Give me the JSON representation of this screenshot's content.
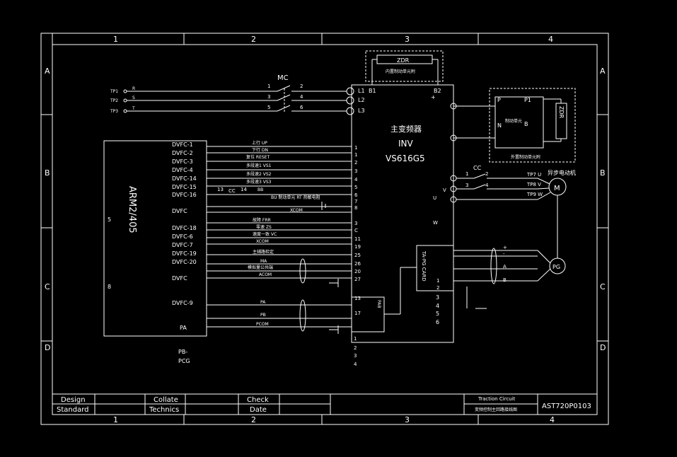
{
  "frame": {
    "columns": [
      "1",
      "2",
      "3",
      "4"
    ],
    "rows": [
      "A",
      "B",
      "C",
      "D"
    ]
  },
  "title_block": {
    "design": "Design",
    "collate": "Collate",
    "check": "Check",
    "standard": "Standard",
    "technics": "Technics",
    "date": "Date",
    "title_en": "Traction Circuit",
    "title_cn": "变频控制主回路接线图",
    "drawing_no": "AST720P0103"
  },
  "plc": {
    "model": "ARM2/405",
    "signals": [
      "DVFC-1",
      "DVFC-2",
      "DVFC-3",
      "DVFC-4",
      "DVFC-14",
      "DVFC-15",
      "DVFC-16",
      "DVFC",
      "DVFC-18",
      "DVFC-6",
      "DVFC-7",
      "DVFC-19",
      "DVFC-20",
      "DVFC",
      "DVFC-9",
      "PA"
    ],
    "pin5": "5",
    "pin8": "8",
    "pb": "PB-",
    "pcg": "PCG"
  },
  "wires": [
    "上行 UP",
    "下行 DN",
    "复位 RESET",
    "多段速1 VS1",
    "多段速2 VS2",
    "多段速3 VS3",
    "BB",
    "故障 FRR",
    "零速 ZS",
    "速度一致 VC",
    "XCOM",
    "主辅路检定",
    "MA",
    "模拟量公共端",
    "ACOM",
    "PA",
    "PB",
    "PCOM"
  ],
  "brake": {
    "cc": "CC",
    "n13": "13",
    "n14": "14",
    "label": "BU 制动单元   RT 热敏电阻",
    "xcom": "XCOM"
  },
  "mains": {
    "tp": [
      "TP1",
      "TP2",
      "TP3"
    ],
    "phase": [
      "R",
      "S",
      "T"
    ],
    "mc": "MC",
    "mc_left": [
      "1",
      "3",
      "5"
    ],
    "mc_right": [
      "2",
      "4",
      "6"
    ],
    "inv_terms": [
      "L1",
      "L2",
      "L3"
    ]
  },
  "inverter": {
    "cn": "主变频器",
    "inv": "INV",
    "model": "VS616G5",
    "b1": "B1",
    "b2": "B2",
    "plus": "+",
    "zdr": "ZDR",
    "zdr_caption": "内置制动单元附",
    "in_terms": [
      "1",
      "1",
      "2",
      "3",
      "4",
      "5",
      "6",
      "7",
      "8",
      "3",
      "C",
      "11",
      "19",
      "25",
      "26",
      "20",
      "27"
    ],
    "left_terms": [
      "13",
      "17"
    ],
    "out_labels": [
      "U",
      "V",
      "W"
    ],
    "bottom_terms": [
      "1",
      "2",
      "3",
      "4"
    ]
  },
  "pg": {
    "card": "TA-PG CARD",
    "right_terms": [
      "1",
      "2"
    ],
    "under_terms": [
      "3",
      "4",
      "5",
      "6"
    ],
    "sig_labels": [
      "+",
      "-",
      "A",
      "B"
    ],
    "motor": "PG",
    "small": "PAB"
  },
  "ext_brake": {
    "p": "P",
    "p1": "P1",
    "n": "N",
    "b": "B",
    "label": "制动单元",
    "zdr": "ZDR",
    "caption": "外置制动单元附"
  },
  "motor": {
    "title": "异步电动机",
    "sym": "M",
    "cc": "CC",
    "cc_left": [
      "1",
      "3"
    ],
    "cc_right": [
      "2",
      "4"
    ],
    "tp": [
      "TP7 U",
      "TP8 V",
      "TP9 W"
    ]
  }
}
